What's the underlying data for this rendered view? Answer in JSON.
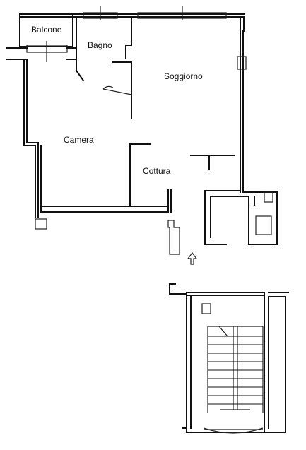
{
  "floorplan": {
    "rooms": {
      "balcone": "Balcone",
      "bagno": "Bagno",
      "soggiorno": "Soggiorno",
      "camera": "Camera",
      "cottura": "Cottura"
    },
    "icons": {
      "entrance_arrow": "up-arrow-icon"
    },
    "colors": {
      "ink": "#111111",
      "background": "#ffffff"
    }
  }
}
